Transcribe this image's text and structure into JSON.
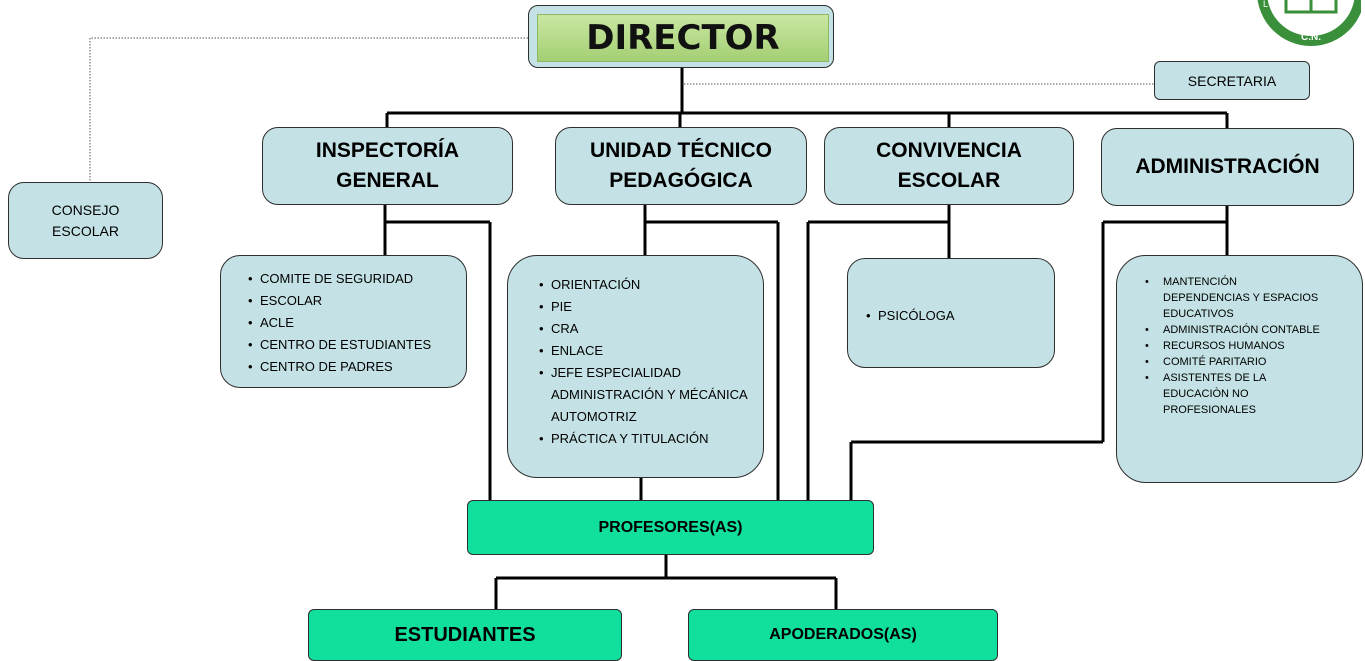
{
  "director": "DIRECTOR",
  "secretaria": "SECRETARIA",
  "consejo": [
    "CONSEJO",
    "ESCOLAR"
  ],
  "departments": {
    "inspectoria": [
      "INSPECTORÍA",
      "GENERAL"
    ],
    "utp": [
      "UNIDAD TÉCNICO",
      "PEDAGÓGICA"
    ],
    "convivencia": [
      "CONVIVENCIA",
      "ESCOLAR"
    ],
    "administracion": "ADMINISTRACIÓN"
  },
  "inspectoria_items": [
    "COMITE DE SEGURIDAD",
    "ESCOLAR",
    "ACLE",
    "CENTRO DE ESTUDIANTES",
    "CENTRO DE PADRES"
  ],
  "utp_items": [
    "ORIENTACIÓN",
    "PIE",
    "CRA",
    "ENLACE",
    "JEFE ESPECIALIDAD ADMINISTRACIÓN Y MÉCÁNICA AUTOMOTRIZ",
    "PRÁCTICA Y TITULACIÓN"
  ],
  "convivencia_items": [
    "PSICÓLOGA"
  ],
  "administracion_items": [
    "MANTENCIÓN DEPENDENCIAS Y ESPACIOS EDUCATIVOS",
    "ADMINISTRACIÓN CONTABLE",
    "RECURSOS HUMANOS",
    "COMITÉ PARITARIO",
    "ASISTENTES DE LA EDUCACIÒN NO PROFESIONALES"
  ],
  "profesores": "PROFESORES(AS)",
  "estudiantes": "ESTUDIANTES",
  "apoderados": "APODERADOS(AS)",
  "logo_text": "C.N.",
  "colors": {
    "box_fill": "#c4e2e5",
    "accent_fill": "#10df9e",
    "director_fill": "#b5dc8a",
    "logo_green": "#3a8f3a"
  }
}
